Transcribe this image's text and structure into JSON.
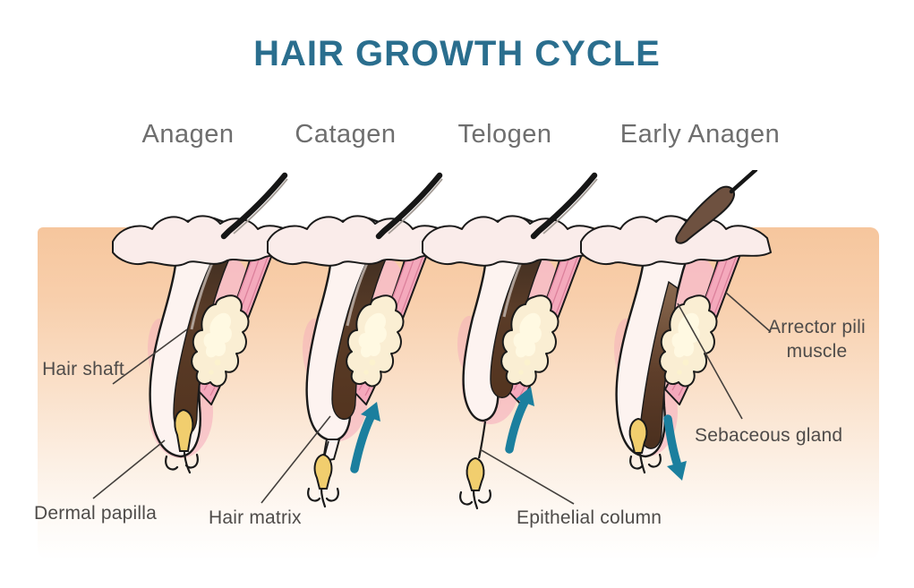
{
  "title": "HAIR GROWTH CYCLE",
  "stages": [
    {
      "label": "Anagen"
    },
    {
      "label": "Catagen"
    },
    {
      "label": "Telogen"
    },
    {
      "label": "Early Anagen"
    }
  ],
  "part_labels": {
    "hair_shaft": "Hair shaft",
    "dermal_papilla": "Dermal papilla",
    "hair_matrix": "Hair matrix",
    "epithelial_column": "Epithelial column",
    "arrector_pili_muscle": "Arrector pili muscle",
    "sebaceous_gland": "Sebaceous gland"
  },
  "icons": {
    "catagen_arrow": "up-arrow",
    "telogen_arrow": "up-arrow",
    "early_anagen_arrow": "down-arrow"
  },
  "colors": {
    "title_text": "#2A6E8E",
    "stage_label_text": "#6E6E6E",
    "part_label_text": "#4E4B49",
    "skin_top": "#F6C69D",
    "arrow_teal": "#1B7F9E",
    "hair_dark": "#1A1A1A",
    "hair_brown": "#5C3B28",
    "dermal_papilla_yellow": "#F1CE6E",
    "arrector_muscle_pink": "#F4A9BC",
    "sebaceous_cream": "#FAEED3",
    "epidermis_pale_pink": "#FAECEA"
  }
}
